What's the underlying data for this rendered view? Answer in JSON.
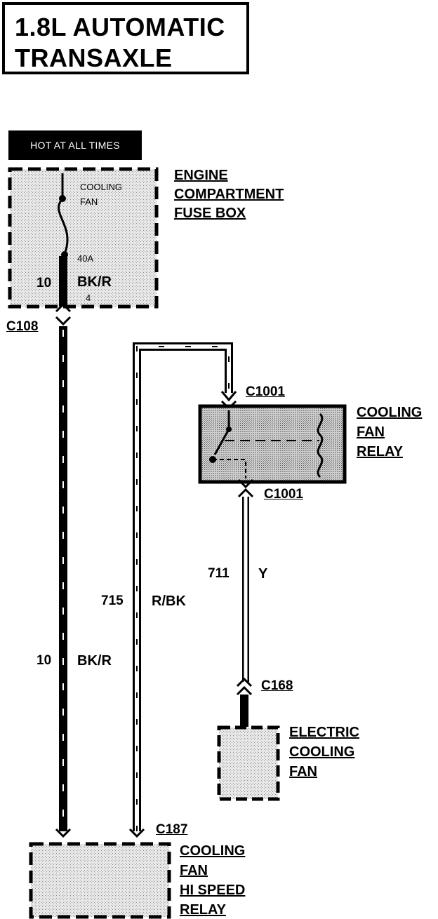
{
  "title": {
    "line1": "1.8L AUTOMATIC",
    "line2": "TRANSAXLE"
  },
  "power_banner": "HOT AT ALL TIMES",
  "fuse_box": {
    "name_lines": [
      "ENGINE",
      "COMPARTMENT",
      "FUSE BOX"
    ],
    "fuse_name_lines": [
      "COOLING",
      "FAN"
    ],
    "fuse_rating": "40A",
    "pin": "4",
    "wire_gauge": "10",
    "wire_color": "BK/R"
  },
  "connectors": {
    "c108": "C108",
    "c1001_top": "C1001",
    "c1001_bottom": "C1001",
    "c168": "C168",
    "c187": "C187"
  },
  "relay": {
    "name_lines": [
      "COOLING",
      "FAN",
      "RELAY"
    ]
  },
  "wires": {
    "main_feed": {
      "circuit": "10",
      "color": "BK/R"
    },
    "relay_feed": {
      "circuit": "715",
      "color": "R/BK"
    },
    "fan_feed": {
      "circuit": "711",
      "color": "Y"
    }
  },
  "fan": {
    "name_lines": [
      "ELECTRIC",
      "COOLING",
      "FAN"
    ]
  },
  "hi_speed_relay": {
    "name_lines": [
      "COOLING",
      "FAN",
      "HI SPEED",
      "RELAY"
    ]
  }
}
